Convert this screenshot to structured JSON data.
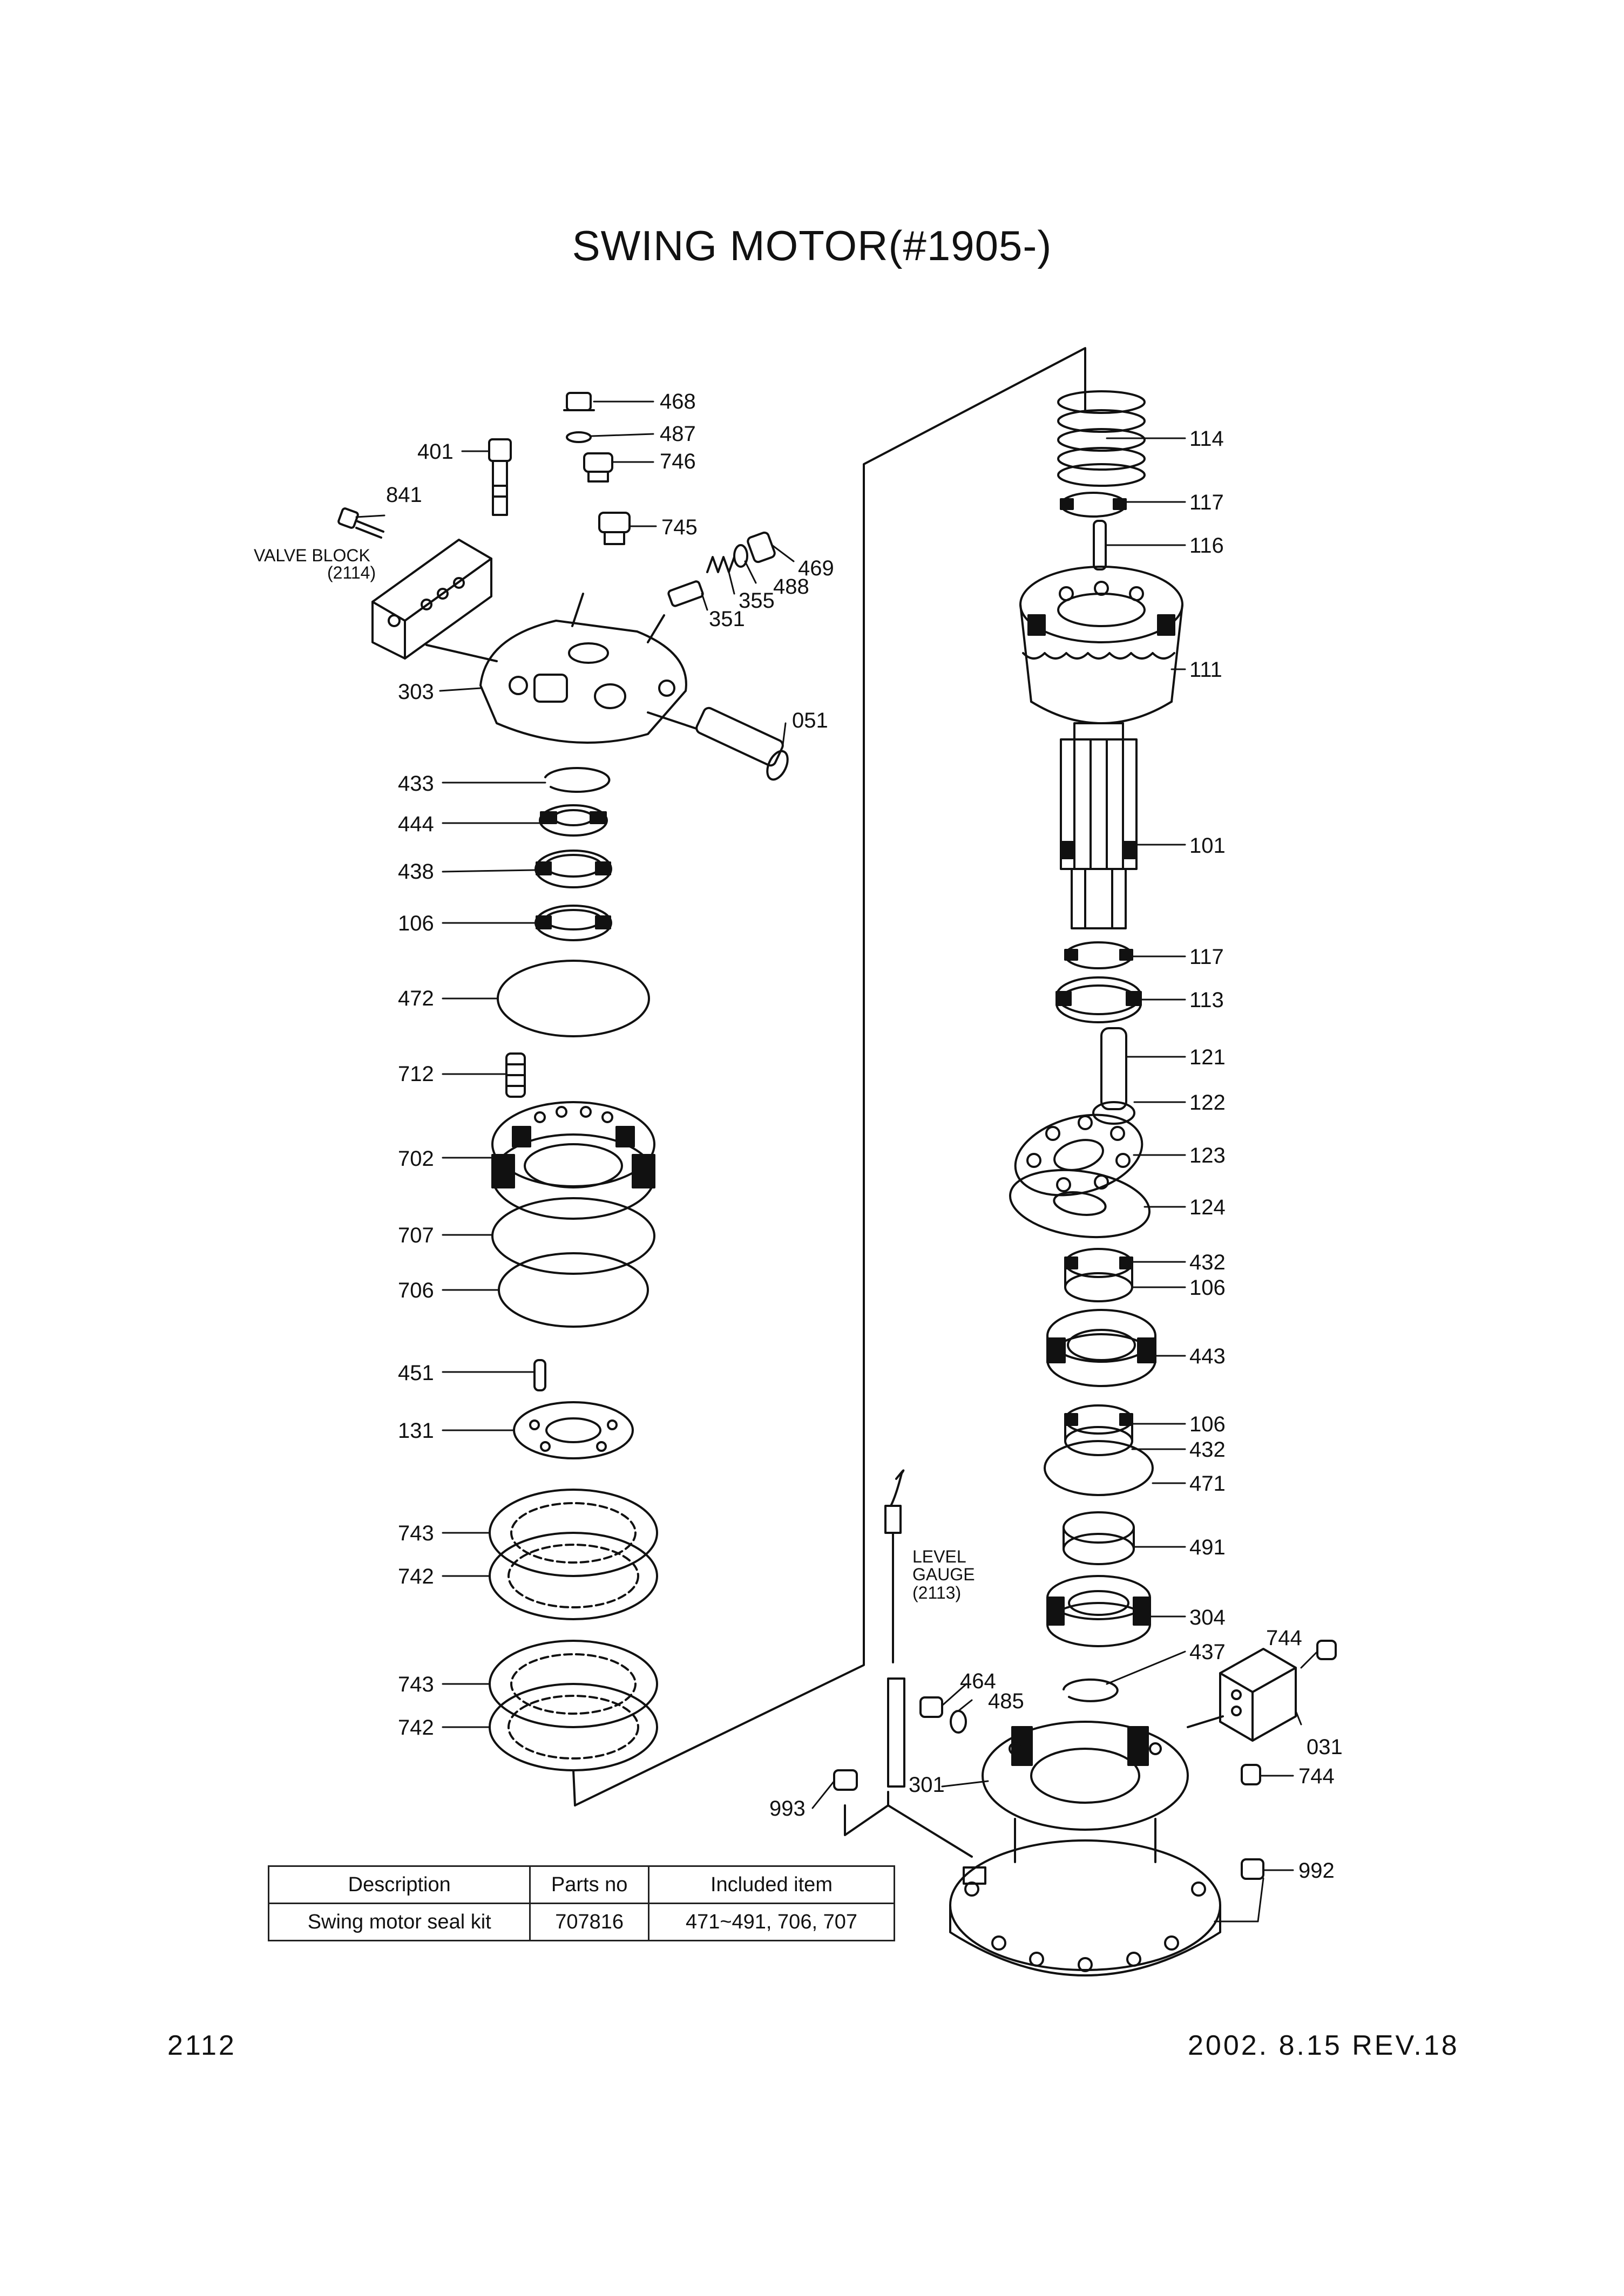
{
  "title": "SWING MOTOR(#1905-)",
  "page_number": "2112",
  "revision": "2002. 8.15  REV.18",
  "notes": {
    "valve_block": {
      "line1": "VALVE BLOCK",
      "line2": "(2114)"
    },
    "level_gauge": {
      "line1": "LEVEL",
      "line2": "GAUGE",
      "line3": "(2113)"
    }
  },
  "callouts": {
    "c468": "468",
    "c487": "487",
    "c746": "746",
    "c401": "401",
    "c841": "841",
    "c745": "745",
    "c469": "469",
    "c488": "488",
    "c355": "355",
    "c351": "351",
    "c303": "303",
    "c051": "051",
    "c433": "433",
    "c444": "444",
    "c438": "438",
    "c106a": "106",
    "c472": "472",
    "c712": "712",
    "c702": "702",
    "c707": "707",
    "c706": "706",
    "c451": "451",
    "c131": "131",
    "c743a": "743",
    "c742a": "742",
    "c743b": "743",
    "c742b": "742",
    "c114": "114",
    "c117a": "117",
    "c116": "116",
    "c111": "111",
    "c101": "101",
    "c117b": "117",
    "c113": "113",
    "c121": "121",
    "c122": "122",
    "c123": "123",
    "c124": "124",
    "c432a": "432",
    "c106b": "106",
    "c443": "443",
    "c106c": "106",
    "c432b": "432",
    "c471": "471",
    "c491": "491",
    "c304": "304",
    "c437": "437",
    "c744a": "744",
    "c464": "464",
    "c485": "485",
    "c031": "031",
    "c301": "301",
    "c744b": "744",
    "c993": "993",
    "c992": "992"
  },
  "seal_kit_table": {
    "headers": [
      "Description",
      "Parts no",
      "Included item"
    ],
    "rows": [
      [
        "Swing motor seal kit",
        "707816",
        "471~491, 706, 707"
      ]
    ]
  }
}
